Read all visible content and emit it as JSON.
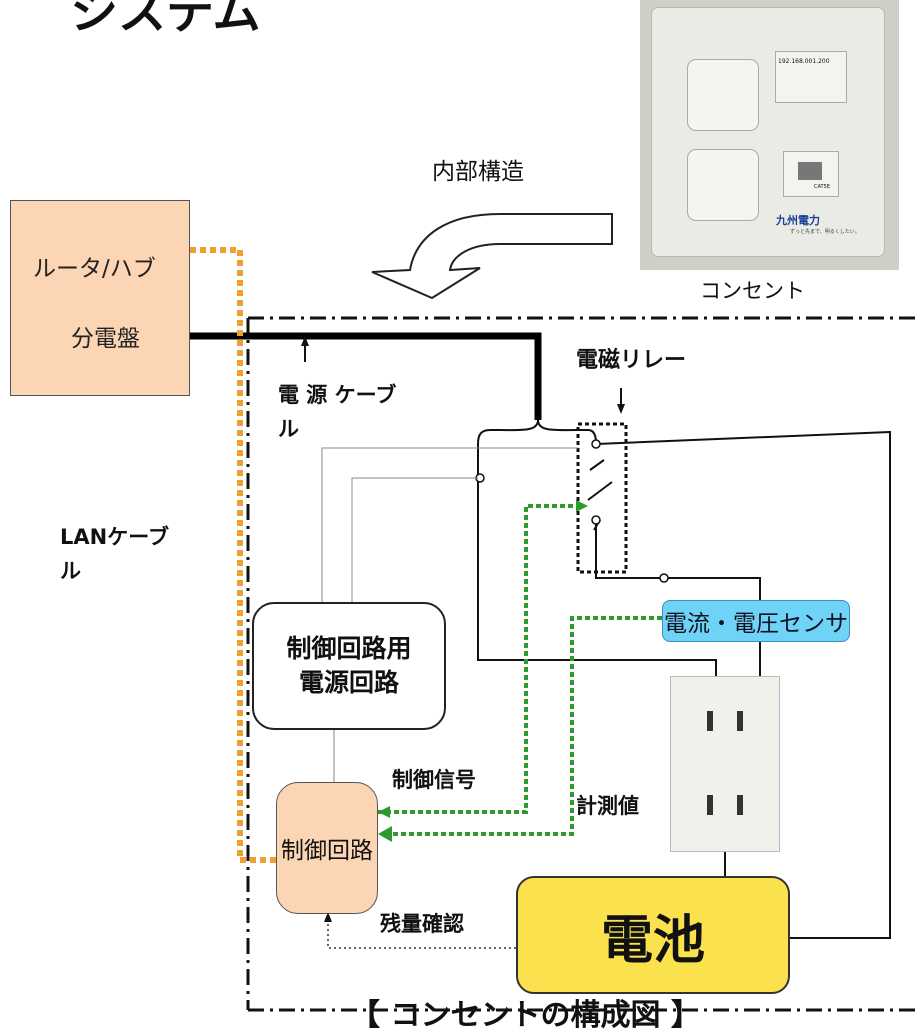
{
  "title_fragment": "システム",
  "photo": {
    "caption": "コンセント",
    "ip": "192.168.001.200",
    "port_label": "CAT5E",
    "brand": "九州電力",
    "brand_sub": "ずっと先まで、明るくしたい。"
  },
  "internal_structure": "内部構造",
  "router": {
    "line1": "ルータ/ハブ",
    "line2": "分電盤"
  },
  "power_cable": {
    "line1": "電 源 ケーブ",
    "line2": "ル"
  },
  "lan_cable": {
    "line1": "LANケーブ",
    "line2": "ル"
  },
  "relay": "電磁リレー",
  "ctrl_power": {
    "line1": "制御回路用",
    "line2": "電源回路"
  },
  "sensor": "電流・電圧センサ",
  "control_signal": "制御信号",
  "measured_value": "計測値",
  "ctrl_circuit": "制御回路",
  "remaining_check": "残量確認",
  "battery": "電池",
  "caption": "【 コンセントの構成図 】"
}
